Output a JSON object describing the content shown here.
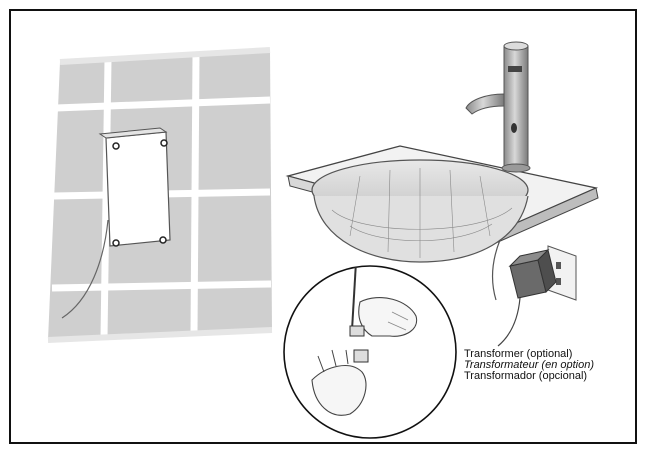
{
  "caption": {
    "line_en": "Transformer (optional)",
    "line_fr": "Transformateur (en option)",
    "line_es": "Transformador (opcional)"
  },
  "colors": {
    "border": "#111111",
    "wall": "#c9c9c9",
    "grout": "#ffffff",
    "faucet": "#b4b4b4",
    "transformer": "#6a6a6a"
  }
}
